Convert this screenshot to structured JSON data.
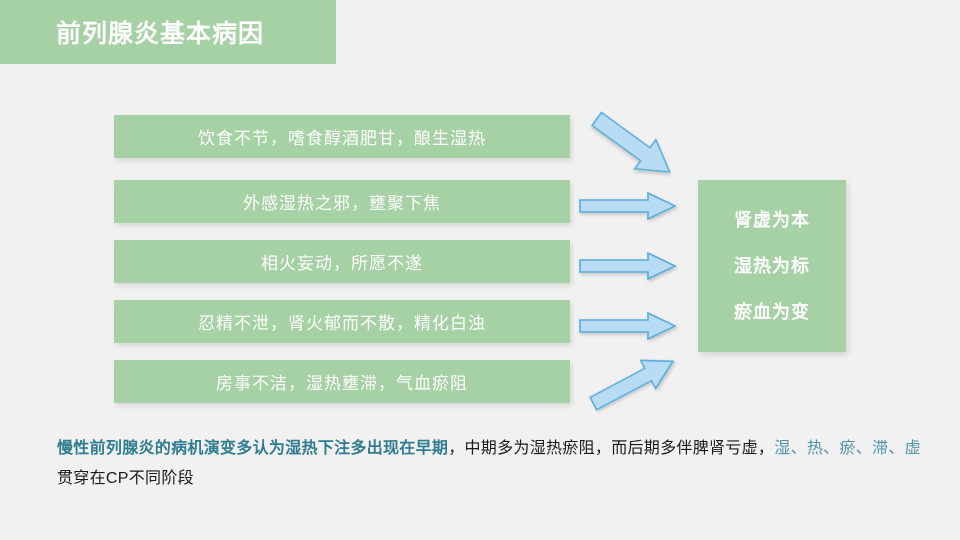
{
  "slide": {
    "background_color": "#f1f1f1",
    "title": "前列腺炎基本病因",
    "accent_green": "#a6d1a4",
    "arrow_fill": "#b9dcf5",
    "arrow_stroke": "#59acdc",
    "teal_bold": "#2e7d90",
    "teal_light": "#4e93aa"
  },
  "causes": [
    {
      "label": "饮食不节，嗜食醇酒肥甘，酿生湿热"
    },
    {
      "label": "外感湿热之邪，壅聚下焦"
    },
    {
      "label": "相火妄动，所愿不遂"
    },
    {
      "label": "忍精不泄，肾火郁而不散，精化白浊"
    },
    {
      "label": "房事不洁，湿热壅滞，气血瘀阻"
    }
  ],
  "arrows": [
    {
      "name": "arrow-diagonal-down",
      "direction": "down-right"
    },
    {
      "name": "arrow-right-1",
      "direction": "right"
    },
    {
      "name": "arrow-right-2",
      "direction": "right"
    },
    {
      "name": "arrow-right-3",
      "direction": "right"
    },
    {
      "name": "arrow-diagonal-up",
      "direction": "up-right"
    }
  ],
  "result": {
    "lines": [
      "肾虚为本",
      "湿热为标",
      "瘀血为变"
    ]
  },
  "summary": {
    "segment_1_bold_teal": "慢性前列腺炎的病机演变多认为湿热下注多出现在早期",
    "segment_2_black": "，中期多为湿热瘀阻，而后期多伴脾肾亏虚，",
    "segment_3_teal": "湿、热、瘀、滞、虚",
    "segment_4_black": "贯穿在CP不同阶段"
  }
}
